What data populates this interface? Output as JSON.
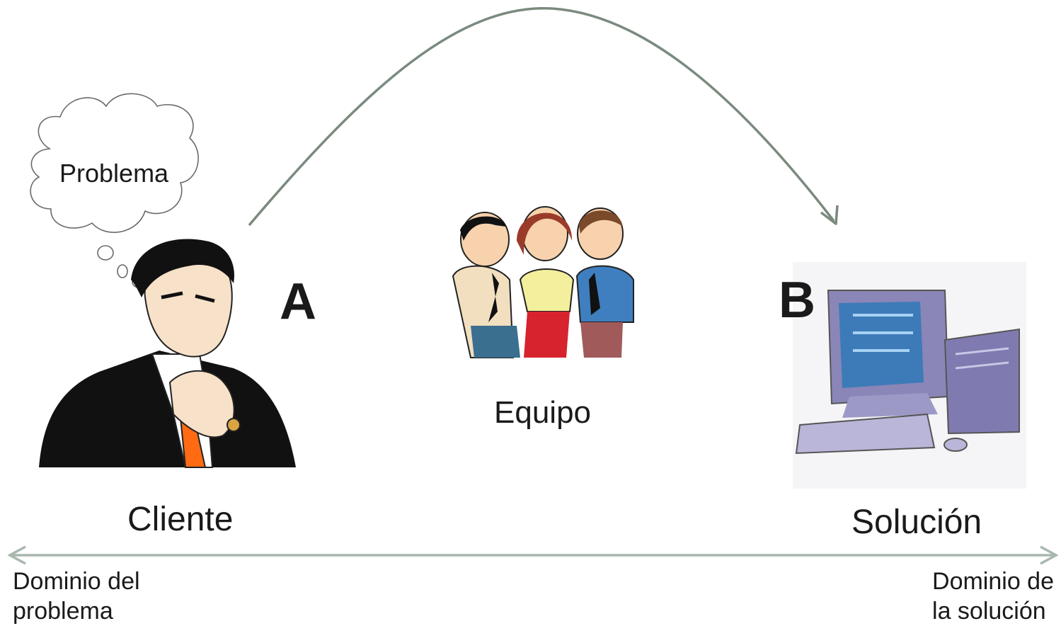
{
  "thought_bubble": {
    "text": "Problema"
  },
  "points": {
    "a": "A",
    "b": "B"
  },
  "nodes": {
    "client": {
      "label": "Cliente",
      "icon": "thinking-man-icon"
    },
    "team": {
      "label": "Equipo",
      "icon": "team-people-icon"
    },
    "solution": {
      "label": "Solución",
      "icon": "desktop-computer-icon"
    }
  },
  "axis": {
    "left_line1": "Dominio del",
    "left_line2": "problema",
    "right_line1": "Dominio de",
    "right_line2": "la solución"
  },
  "colors": {
    "arrow": "#7a8a7e",
    "axis": "#a9b7ae",
    "tie": "#ff6a13"
  }
}
